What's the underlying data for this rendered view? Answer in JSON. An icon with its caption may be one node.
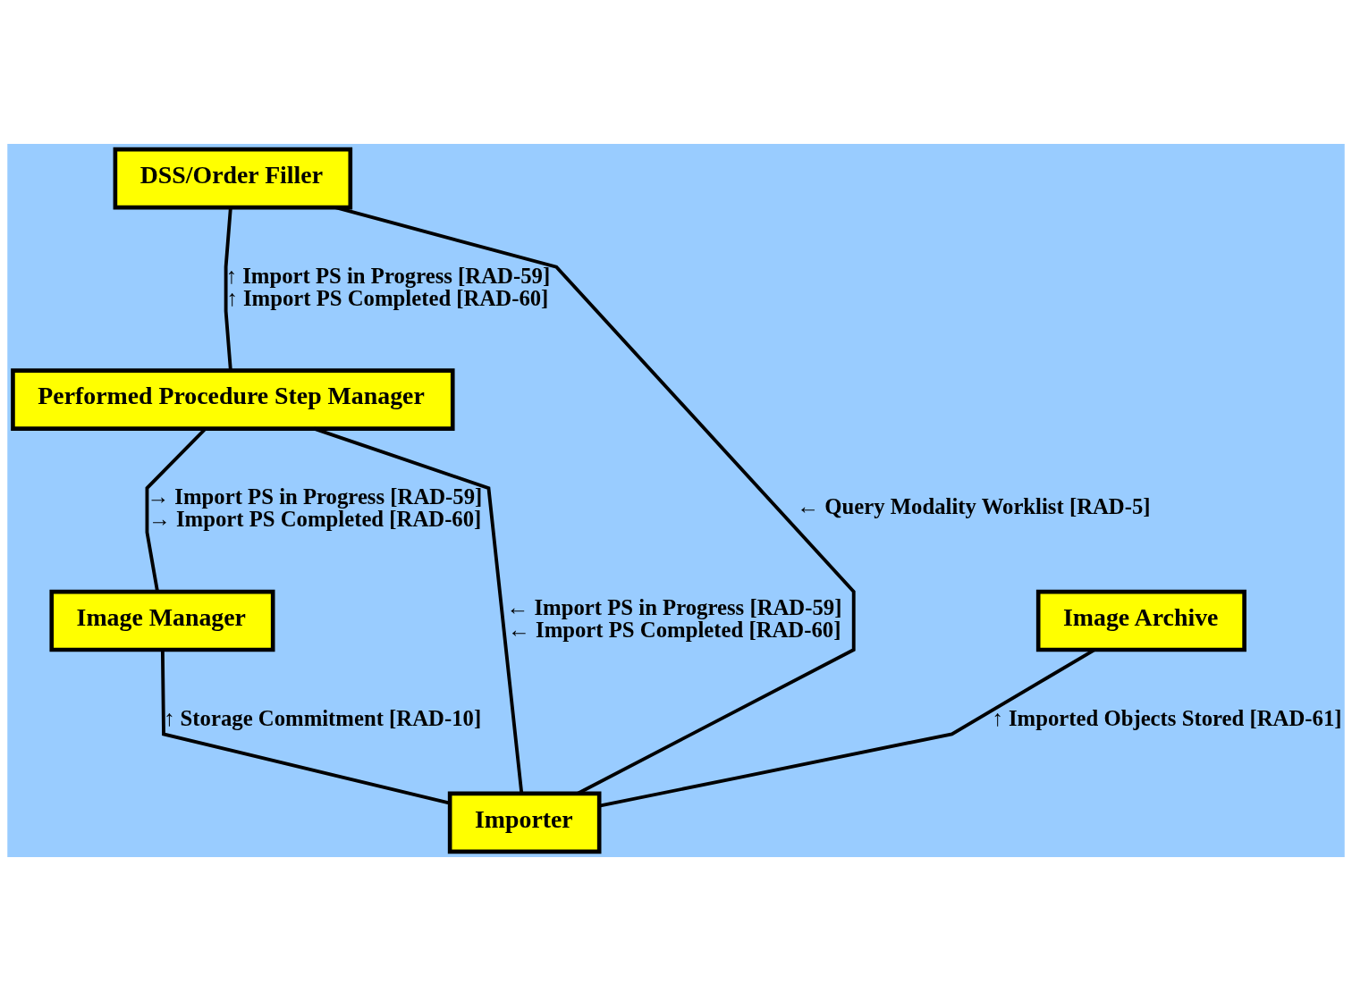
{
  "diagram": {
    "nodes": [
      {
        "text": [
          "DSS/Order Filler"
        ]
      },
      {
        "text": [
          "Performed Procedure Step Manager"
        ]
      },
      {
        "text": [
          "Image Manager"
        ]
      },
      {
        "text": [
          "Image Archive"
        ]
      },
      {
        "text": [
          "Importer"
        ]
      }
    ],
    "edges": [
      {
        "from": 0,
        "to": 1,
        "arrow": "none",
        "label": "↑ Import PS in Progress [RAD-59] ↑ Import PS Completed [RAD-60]"
      },
      {
        "from": 1,
        "to": 2,
        "arrow": "none",
        "label": "→ Import PS in Progress [RAD-59] → Import PS Completed [RAD-60]"
      },
      {
        "from": 2,
        "to": 4,
        "arrow": "none",
        "label": "↑ Storage Commitment [RAD-10]"
      },
      {
        "from": 3,
        "to": 4,
        "arrow": "none",
        "label": "↑ Imported Objects Stored [RAD-61]"
      },
      {
        "from": 1,
        "to": 4,
        "arrow": "none",
        "label": "← Import PS in Progress [RAD-59] ← Import PS Completed [RAD-60]"
      },
      {
        "from": 0,
        "to": 4,
        "arrow": "none",
        "label": "← Query Modality Worklist [RAD-5]"
      }
    ]
  }
}
